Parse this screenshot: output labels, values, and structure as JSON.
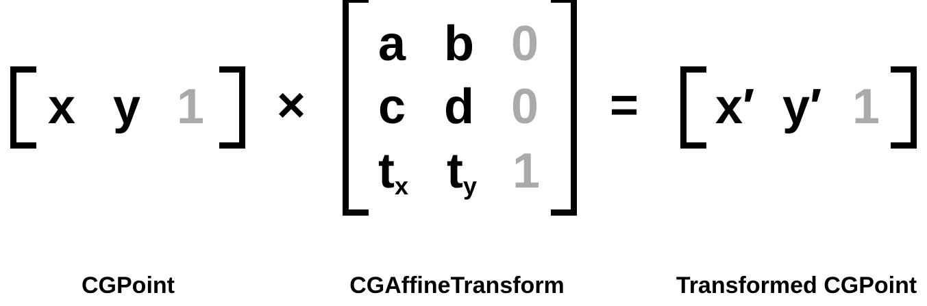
{
  "point": {
    "x": "x",
    "y": "y",
    "w": "1"
  },
  "operators": {
    "times": "×",
    "equals": "="
  },
  "matrix": {
    "row1": {
      "c1": "a",
      "c2": "b",
      "c3": "0"
    },
    "row2": {
      "c1": "c",
      "c2": "d",
      "c3": "0"
    },
    "row3": {
      "c1_base": "t",
      "c1_sub": "x",
      "c2_base": "t",
      "c2_sub": "y",
      "c3": "1"
    }
  },
  "result": {
    "x": "x′",
    "y": "y′",
    "w": "1"
  },
  "labels": {
    "point": "CGPoint",
    "transform": "CGAffineTransform",
    "result": "Transformed CGPoint"
  },
  "colors": {
    "primary": "#000000",
    "constant": "#aaaaaa"
  }
}
